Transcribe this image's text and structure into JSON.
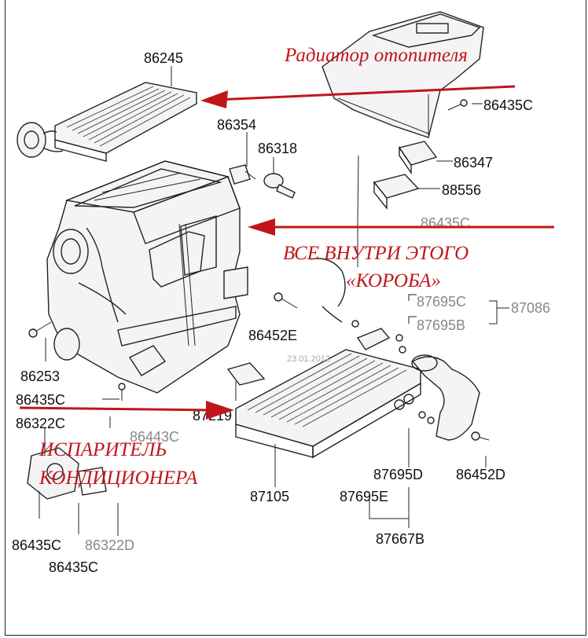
{
  "annotations": {
    "heater_core": "Радиатор отопителя",
    "box_line1": "ВСЕ ВНУТРИ ЭТОГО",
    "box_line2": "«КОРОБА»",
    "evaporator_line1": "ИСПАРИТЕЛЬ",
    "evaporator_line2": "КОНДИЦИОНЕРА"
  },
  "part_numbers": {
    "p86245": "86245",
    "p86435C_top": "86435C",
    "p86354": "86354",
    "p86318": "86318",
    "p86347": "86347",
    "p88556": "88556",
    "p86435C_mid": "86435C",
    "p87695C": "87695C",
    "p87086": "87086",
    "p87695B": "87695B",
    "p86452E": "86452E",
    "p86253": "86253",
    "p86435C_left": "86435C",
    "p86322C": "86322C",
    "p86443C": "86443C",
    "p87219": "87219",
    "p87105": "87105",
    "p87695D": "87695D",
    "p87695E": "87695E",
    "p86452D": "86452D",
    "p87667B": "87667B",
    "p86435C_bl": "86435C",
    "p86322D": "86322D",
    "p86435C_bottom": "86435C"
  },
  "watermark": {
    "date": "23.01.2012"
  },
  "colors": {
    "annotation_red": "#c0161b",
    "line_dark": "#222222",
    "watermark_grey": "#888888"
  }
}
